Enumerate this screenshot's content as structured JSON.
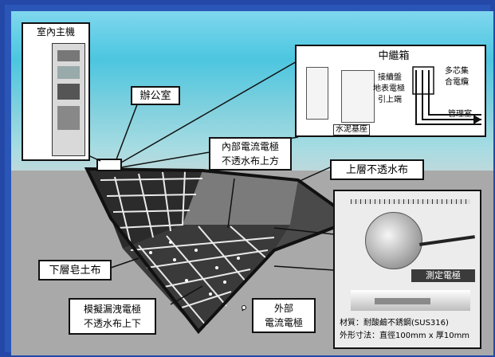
{
  "labels": {
    "indoor_host": "室內主機",
    "office": "辦公室",
    "junction_box": "中繼箱",
    "junction_note1": "接續盤",
    "junction_note2": "地表電極",
    "junction_note3": "引上端",
    "multicore_cable1": "多芯集",
    "multicore_cable2": "合電纜",
    "control_room": "管理室",
    "concrete_base": "水泥基座",
    "internal_electrode_1": "內部電流電極",
    "internal_electrode_2": "不透水布上方",
    "upper_liner": "上層不透水布",
    "lower_clay_liner": "下層皂土布",
    "leak_electrode_1": "模擬漏洩電極",
    "leak_electrode_2": "不透水布上下",
    "external_electrode_1": "外部",
    "external_electrode_2": "電流電極",
    "measurement_electrode": "測定電極",
    "material": "材質：耐酸鹼不銹鋼(SUS316)",
    "dimensions": "外形寸法：直徑100mm x 厚10mm"
  },
  "colors": {
    "frame": "#2a56b8",
    "sky_top": "#7fd7ee",
    "ground": "#aaaaaa",
    "liner_dark": "#1c1c1c",
    "box_bg": "#ffffff"
  }
}
